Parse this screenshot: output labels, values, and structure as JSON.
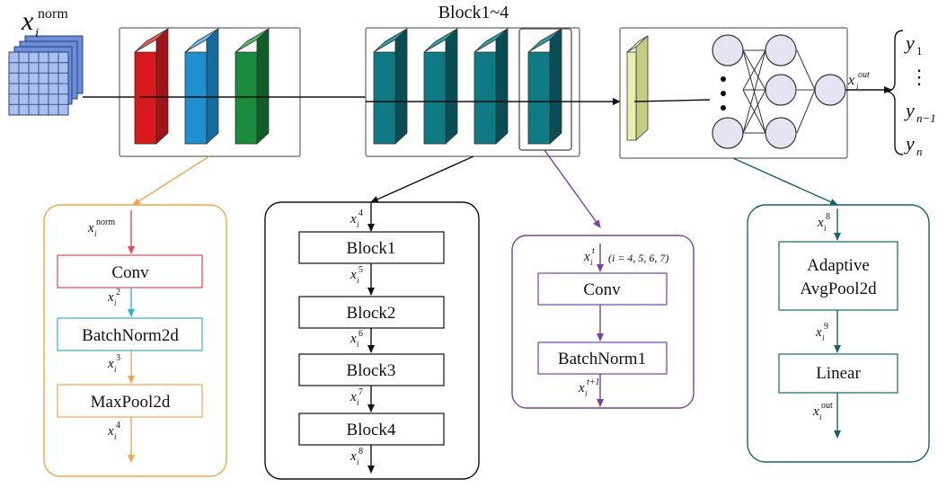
{
  "top": {
    "input_label": {
      "base": "x",
      "sub": "i",
      "sup": "norm"
    },
    "blocks_title": "Block1~4",
    "output_label": {
      "base": "x",
      "sub": "i",
      "sup": "out"
    },
    "outputs": [
      {
        "base": "y",
        "sub": "1"
      },
      {
        "base": "⋮",
        "sub": ""
      },
      {
        "base": "y",
        "sub": "n−1"
      },
      {
        "base": "y",
        "sub": "n"
      }
    ]
  },
  "panel_stem": {
    "color": "#f5a54a",
    "input": {
      "base": "x",
      "sub": "i",
      "sup": "norm"
    },
    "boxes": [
      "Conv",
      "BatchNorm2d",
      "MaxPool2d"
    ],
    "vars": [
      {
        "base": "x",
        "sub": "i",
        "sup": "2"
      },
      {
        "base": "x",
        "sub": "i",
        "sup": "3"
      },
      {
        "base": "x",
        "sub": "i",
        "sup": "4"
      }
    ]
  },
  "panel_blocks": {
    "color": "#111111",
    "input": {
      "base": "x",
      "sub": "i",
      "sup": "4"
    },
    "boxes": [
      "Block1",
      "Block2",
      "Block3",
      "Block4"
    ],
    "vars": [
      {
        "base": "x",
        "sub": "i",
        "sup": "5"
      },
      {
        "base": "x",
        "sub": "i",
        "sup": "6"
      },
      {
        "base": "x",
        "sub": "i",
        "sup": "7"
      },
      {
        "base": "x",
        "sub": "i",
        "sup": "8"
      }
    ]
  },
  "panel_block": {
    "color": "#7b3fa0",
    "input": {
      "base": "x",
      "sub": "i",
      "sup": "t"
    },
    "condition": "(i = 4, 5, 6, 7)",
    "boxes": [
      "Conv",
      "BatchNorm1"
    ],
    "output": {
      "base": "x",
      "sub": "i",
      "sup": "t+1"
    }
  },
  "panel_head": {
    "color": "#17636b",
    "input": {
      "base": "x",
      "sub": "i",
      "sup": "8"
    },
    "boxes": [
      [
        "Adaptive",
        "AvgPool2d"
      ],
      [
        "Linear"
      ]
    ],
    "vars": [
      {
        "base": "x",
        "sub": "i",
        "sup": "9"
      },
      {
        "base": "x",
        "sub": "i",
        "sup": "out"
      }
    ]
  },
  "colors": {
    "conv_red": "#d7191c",
    "bn_blue": "#1f8fd0",
    "pool_green": "#1a8a3c",
    "block_teal": "#0f7a84",
    "avgpool_yellow": "#e9efb0",
    "neuron": "#e6e3f2",
    "stem_red": "#e8474a",
    "stem_cyan": "#2bb6d6",
    "stem_orange": "#f5a54a"
  }
}
